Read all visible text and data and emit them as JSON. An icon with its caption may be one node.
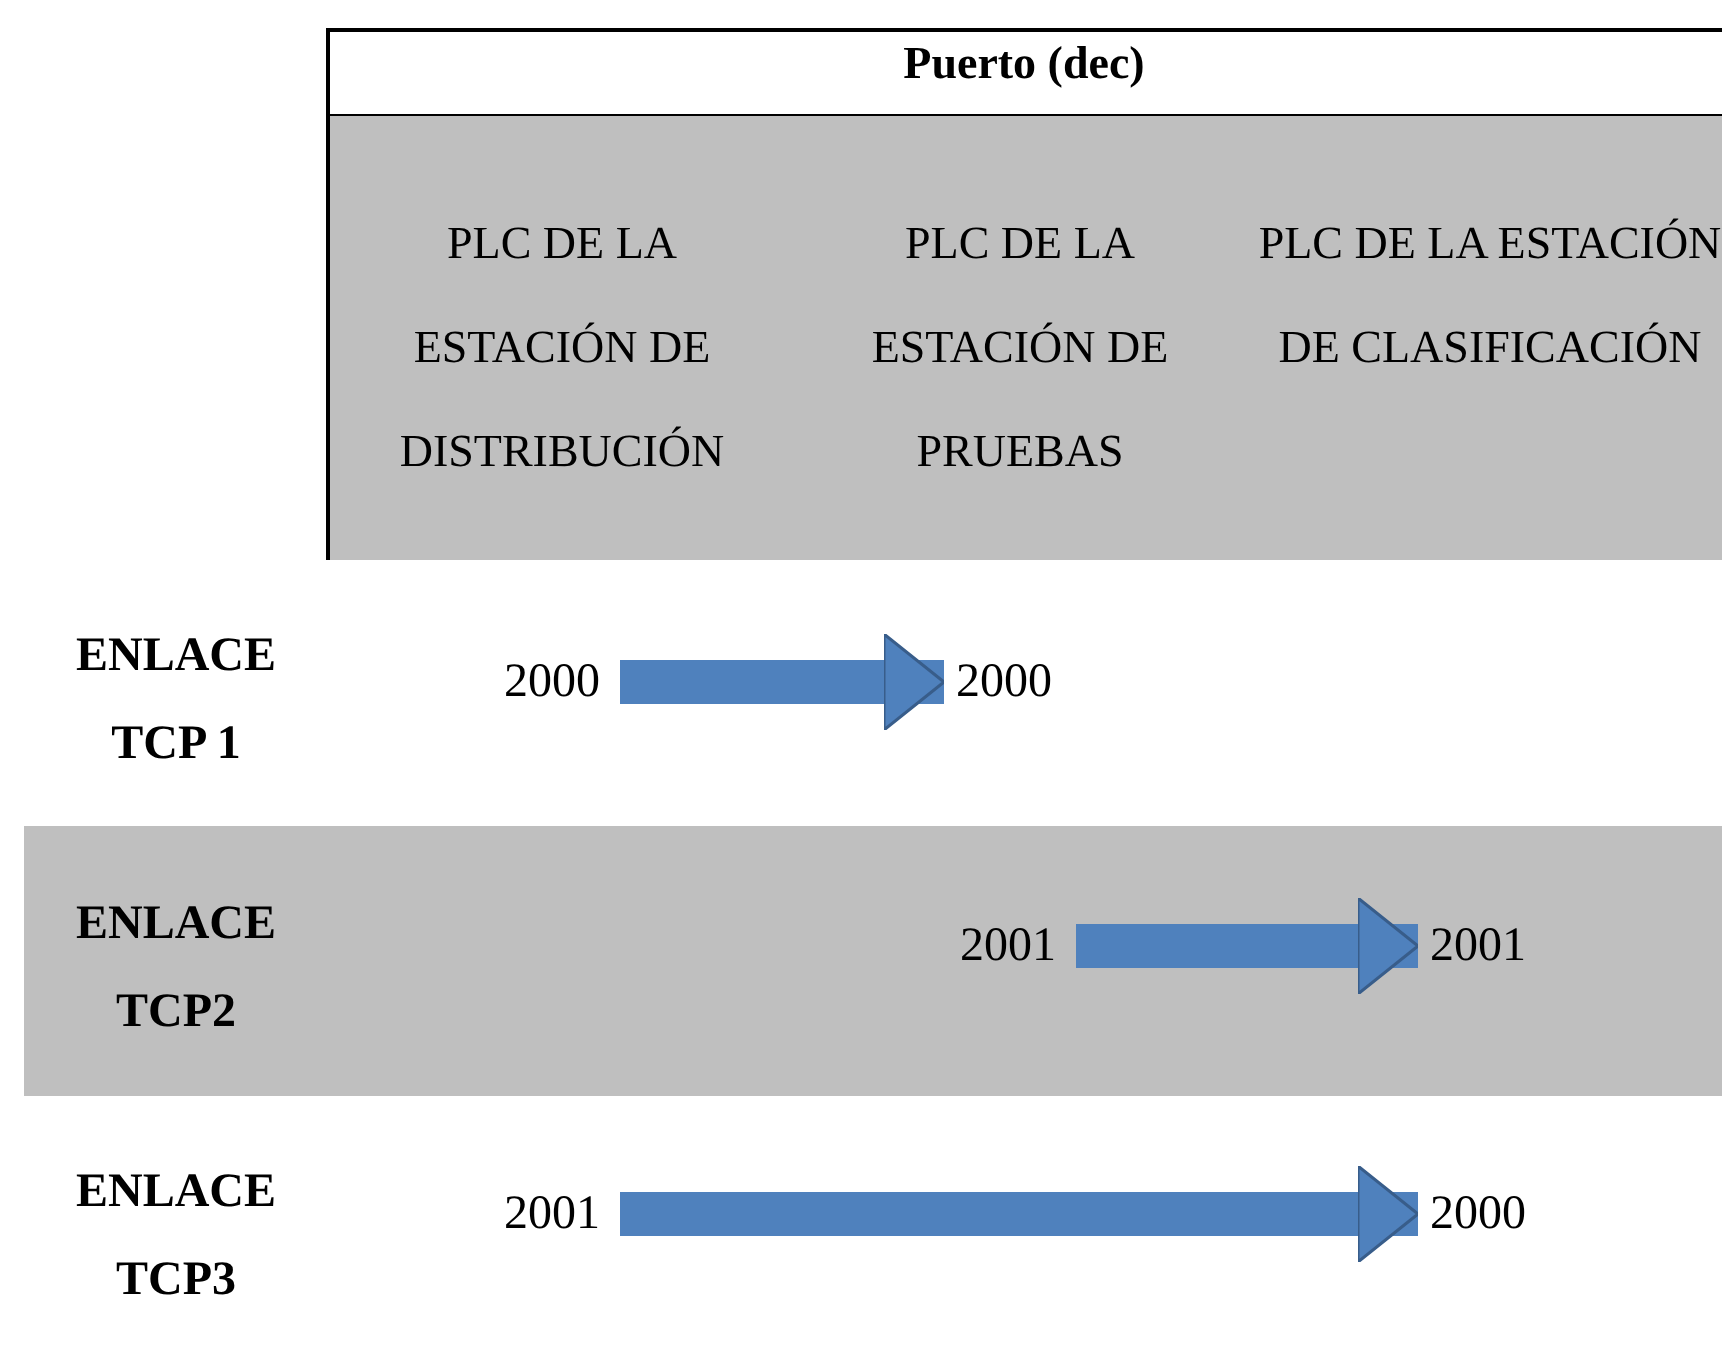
{
  "diagram": {
    "nodes": [
      {
        "text": [
          "2000"
        ]
      },
      {
        "text": [
          "2000"
        ]
      },
      {
        "text": [
          "2001"
        ]
      },
      {
        "text": [
          "2001"
        ]
      },
      {
        "text": [
          "2001"
        ]
      },
      {
        "text": [
          "2000"
        ]
      }
    ],
    "edges": [
      {
        "from": 0,
        "to": 1,
        "arrow": "to"
      },
      {
        "from": 2,
        "to": 3,
        "arrow": "to"
      },
      {
        "from": 4,
        "to": 5,
        "arrow": "to"
      }
    ],
    "labels": [
      "Puerto (dec)",
      "PLC DE LA ESTACIÓN DE DISTRIBUCIÓN",
      "PLC DE LA ESTACIÓN DE PRUEBAS",
      "PLC DE LA ESTACIÓN DE CLASIFICACIÓN",
      "ENLACE TCP 1",
      "ENLACE TCP2",
      "ENLACE TCP3"
    ]
  }
}
